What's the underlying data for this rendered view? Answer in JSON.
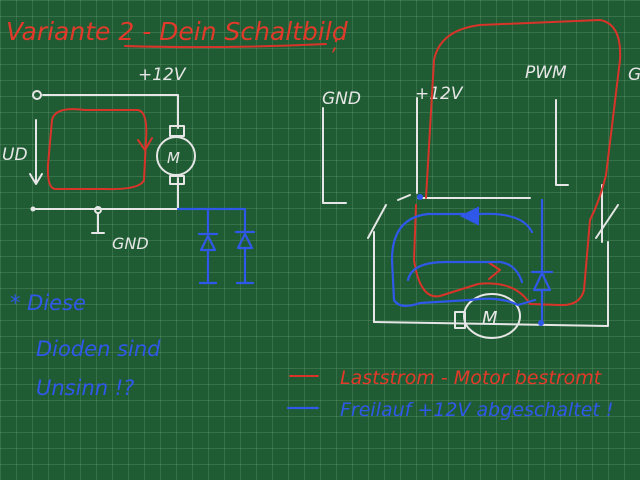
{
  "title": "Variante 2 - Dein Schaltbild",
  "left": {
    "supply_label": "+12V",
    "ud_label": "UD",
    "motor_label": "M",
    "gnd_label": "GND"
  },
  "right": {
    "gnd_label": "GND",
    "v12_label": "+12V",
    "pwm_label": "PWM",
    "g_label": "G",
    "motor_label": "M"
  },
  "note": {
    "line1": "* Diese",
    "line2": "Dioden sind",
    "line3": "Unsinn !?"
  },
  "legend": {
    "red_text": "Laststrom - Motor bestromt",
    "blue_text": "Freilauf +12V abgeschaltet !",
    "red_color": "#d8342a",
    "blue_color": "#2f58e8"
  }
}
